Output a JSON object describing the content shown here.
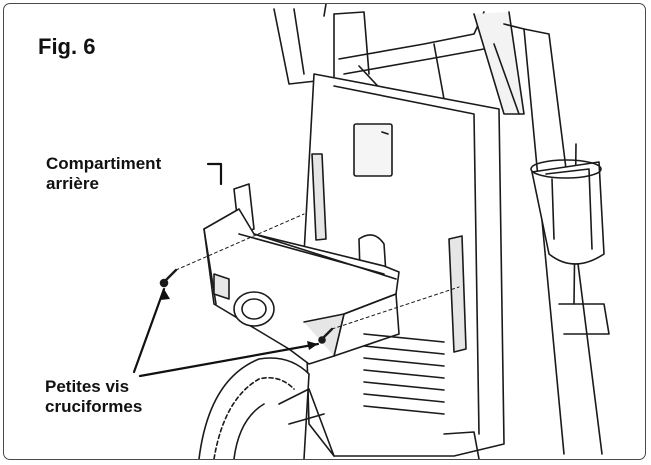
{
  "figure": {
    "title": "Fig. 6"
  },
  "callouts": {
    "rear_compartment": {
      "line1": "Compartiment",
      "line2": "arrière"
    },
    "small_screws": {
      "line1": "Petites vis",
      "line2": "cruciformes"
    }
  },
  "colors": {
    "ink": "#111111",
    "frame": "#4a4a4a",
    "shade": "#e6e6e6",
    "background": "#ffffff"
  }
}
